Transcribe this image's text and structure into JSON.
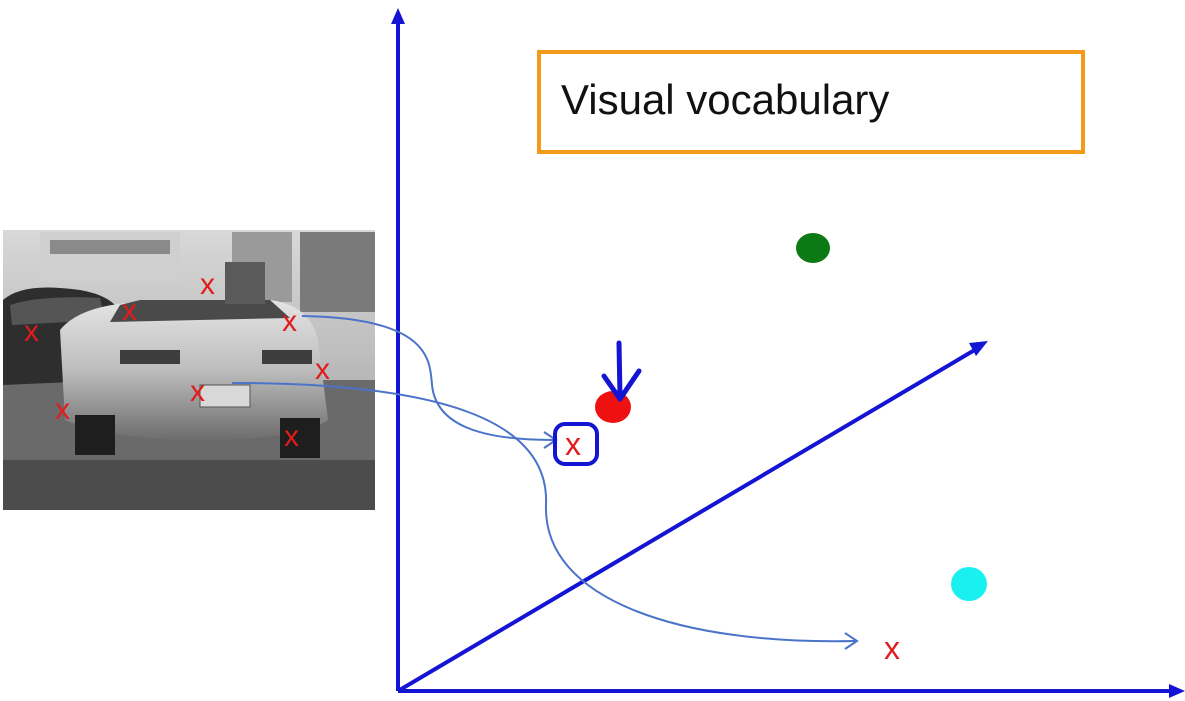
{
  "title_box": {
    "text": "Visual vocabulary",
    "border_color": "#f39a1b"
  },
  "colors": {
    "axis": "#1414d4",
    "feature_mark": "#e21b1b",
    "mapping_arrow": "#4b74c9",
    "highlight": "#1414d4"
  },
  "feature_marker": "x",
  "image": {
    "description_icon": "car-rear-photo-grayscale"
  },
  "clusters": [
    {
      "name": "green-cluster",
      "color": "#0c7a14"
    },
    {
      "name": "red-cluster",
      "color": "#ee1111"
    },
    {
      "name": "cyan-cluster",
      "color": "#19f0f0"
    }
  ]
}
